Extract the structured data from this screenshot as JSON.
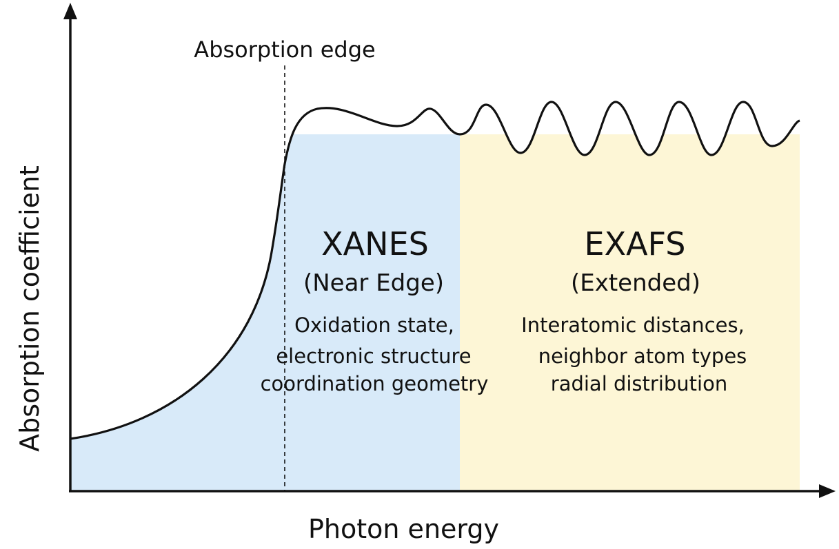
{
  "colors": {
    "xanes_fill": "#d8eaf9",
    "exafs_fill": "#fdf6d6",
    "curve": "#111111",
    "axis": "#111111"
  },
  "axes": {
    "x_label": "Photon energy",
    "y_label": "Absorption coefficient"
  },
  "edge_marker": {
    "label": "Absorption edge"
  },
  "regions": {
    "xanes": {
      "title": "XANES",
      "subtitle": "(Near Edge)",
      "lines": [
        "Oxidation state,",
        "electronic structure",
        "coordination geometry"
      ]
    },
    "exafs": {
      "title": "EXAFS",
      "subtitle": "(Extended)",
      "lines": [
        "Interatomic distances,",
        "neighbor atom types",
        "radial distribution"
      ]
    }
  }
}
